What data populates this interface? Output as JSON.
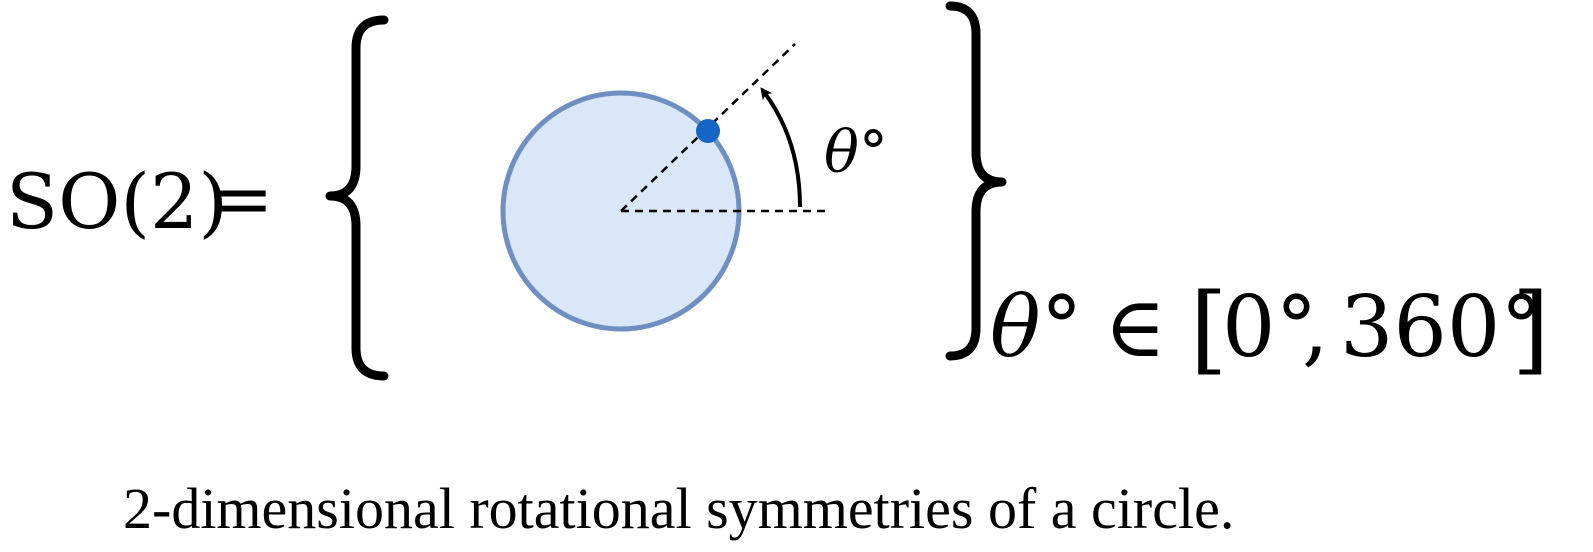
{
  "set_label": "SO(2)",
  "equals_sign": "=",
  "angle_label": "θ°",
  "domain_theta": "θ°",
  "domain_in": "∈",
  "domain_open": "[",
  "domain_lower": "0°",
  "domain_comma": ",",
  "domain_upper": "360°",
  "domain_close": "]",
  "caption": "2-dimensional rotational symmetries of a circle.",
  "colors": {
    "circle_fill": "#dae7f8",
    "circle_stroke": "#6f8fc3",
    "point": "#1565c7",
    "ink": "#000000"
  }
}
